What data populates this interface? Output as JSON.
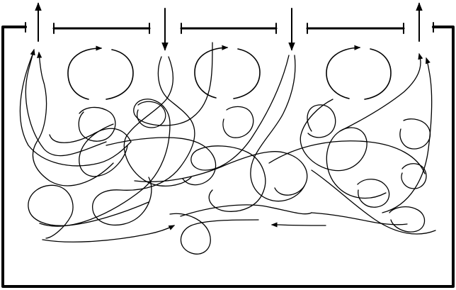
{
  "diagram": {
    "kind": "turbulent-mixing-tank",
    "colors": {
      "ink": "#000000",
      "background": "#ffffff"
    },
    "top_openings": [
      {
        "name": "left-outlet",
        "direction": "up"
      },
      {
        "name": "inlet-1",
        "direction": "down"
      },
      {
        "name": "inlet-2",
        "direction": "down"
      },
      {
        "name": "right-outlet",
        "direction": "up"
      }
    ],
    "circulation_cells": [
      {
        "name": "cell-1",
        "rotation": "clockwise"
      },
      {
        "name": "cell-2",
        "rotation": "clockwise"
      },
      {
        "name": "cell-3",
        "rotation": "clockwise"
      }
    ],
    "streamline_style": "tangled curves with arrowheads"
  }
}
